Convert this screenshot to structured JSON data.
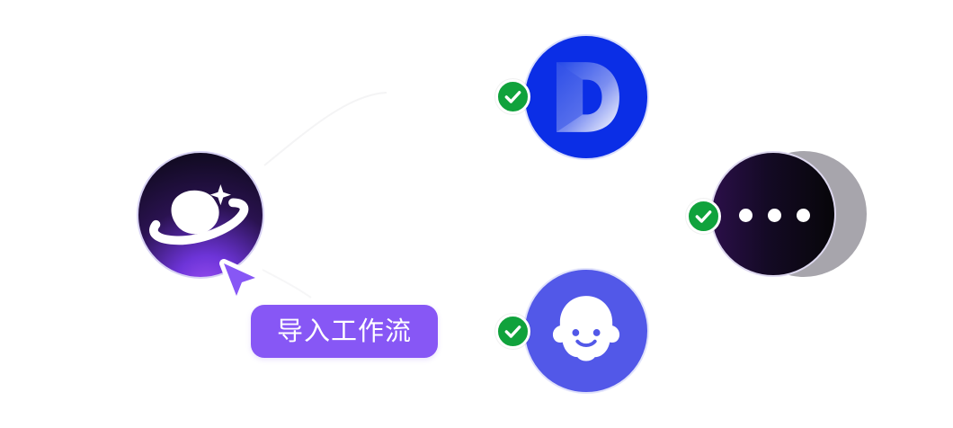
{
  "workflow": {
    "import_label": "导入工作流"
  },
  "source": {
    "icon": "planet-sparkle-icon",
    "colors": {
      "dark": "#090812",
      "glow": "#9a4ff2"
    }
  },
  "targets": [
    {
      "icon": "letter-d-icon",
      "status": "connected",
      "status_icon": "checkmark-icon",
      "color": "#0b2ee6"
    },
    {
      "icon": "more-dots-icon",
      "status": "connected",
      "status_icon": "checkmark-icon",
      "color": "#140a25"
    },
    {
      "icon": "ghost-icon",
      "status": "connected",
      "status_icon": "checkmark-icon",
      "color": "#5258e8"
    }
  ],
  "colors": {
    "success": "#10a23c",
    "accent": "#8757f5"
  }
}
